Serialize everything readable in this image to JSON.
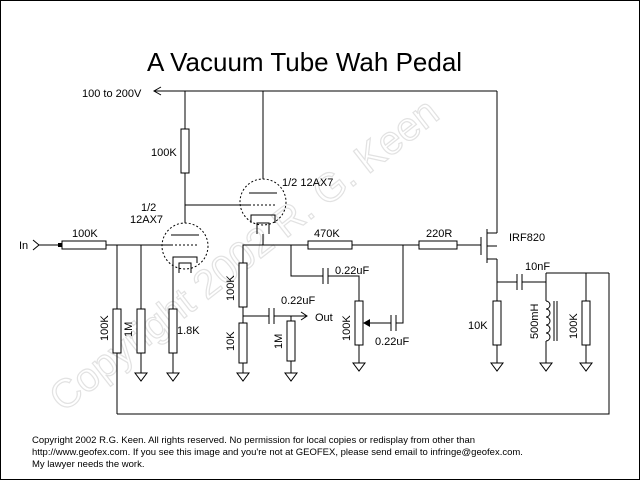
{
  "title": "A Vacuum Tube Wah Pedal",
  "watermark": "Copyright 2002 R. G. Keen",
  "labels": {
    "supply": "100 to 200V",
    "r_plate": "100K",
    "tube2": "1/2 12AX7",
    "tube1_a": "1/2",
    "tube1_b": "12AX7",
    "input": "In",
    "r_in": "100K",
    "r_470k": "470K",
    "r_220r": "220R",
    "mosfet": "IRF820",
    "r_cathode2": "100K",
    "c_022_top": "0.22uF",
    "c_022_out": "0.22uF",
    "output": "Out",
    "r_bias1": "100K",
    "r_1m_a": "1M",
    "r_1k8": "1.8K",
    "r_10k_a": "10K",
    "r_1m_b": "1M",
    "pot_100k": "100K",
    "c_022_pot": "0.22uF",
    "c_10nf": "10nF",
    "r_10k_b": "10K",
    "inductor": "500mH",
    "r_100k_right": "100K"
  },
  "footer": [
    "Copyright 2002 R.G. Keen. All rights reserved. No permission for local copies or redisplay from other than",
    "http://www.geofex.com. If you see this image and you're not at GEOFEX, please send email to infringe@geofex.com.",
    "My lawyer needs the work."
  ]
}
